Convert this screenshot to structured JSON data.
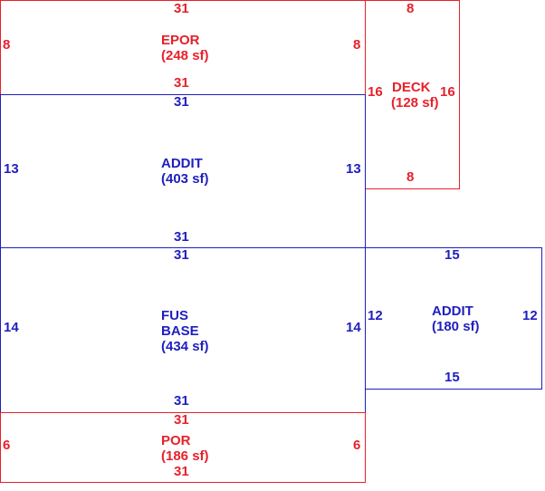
{
  "colors": {
    "exterior": "#e8202a",
    "living": "#1f1fbf"
  },
  "areas": {
    "epor": {
      "name": "EPOR",
      "area": "(248 sf)",
      "dims": {
        "top": "31",
        "bottom": "31",
        "left": "8",
        "right": "8"
      }
    },
    "deck": {
      "name": "DECK",
      "area": "(128 sf)",
      "dims": {
        "top": "8",
        "bottom": "8",
        "left": "16",
        "right": "16"
      }
    },
    "addit1": {
      "name": "ADDIT",
      "area": "(403 sf)",
      "dims": {
        "top": "31",
        "bottom": "31",
        "left": "13",
        "right": "13"
      }
    },
    "fus": {
      "name_line1": "FUS",
      "name_line2": "BASE",
      "area": "(434 sf)",
      "dims": {
        "top": "31",
        "bottom": "31",
        "left": "14",
        "right": "14"
      }
    },
    "addit2": {
      "name": "ADDIT",
      "area": "(180 sf)",
      "dims": {
        "top": "15",
        "bottom": "15",
        "left": "12",
        "right": "12"
      }
    },
    "por": {
      "name": "POR",
      "area": "(186 sf)",
      "dims": {
        "top": "31",
        "bottom": "31",
        "left": "6",
        "right": "6"
      }
    }
  }
}
